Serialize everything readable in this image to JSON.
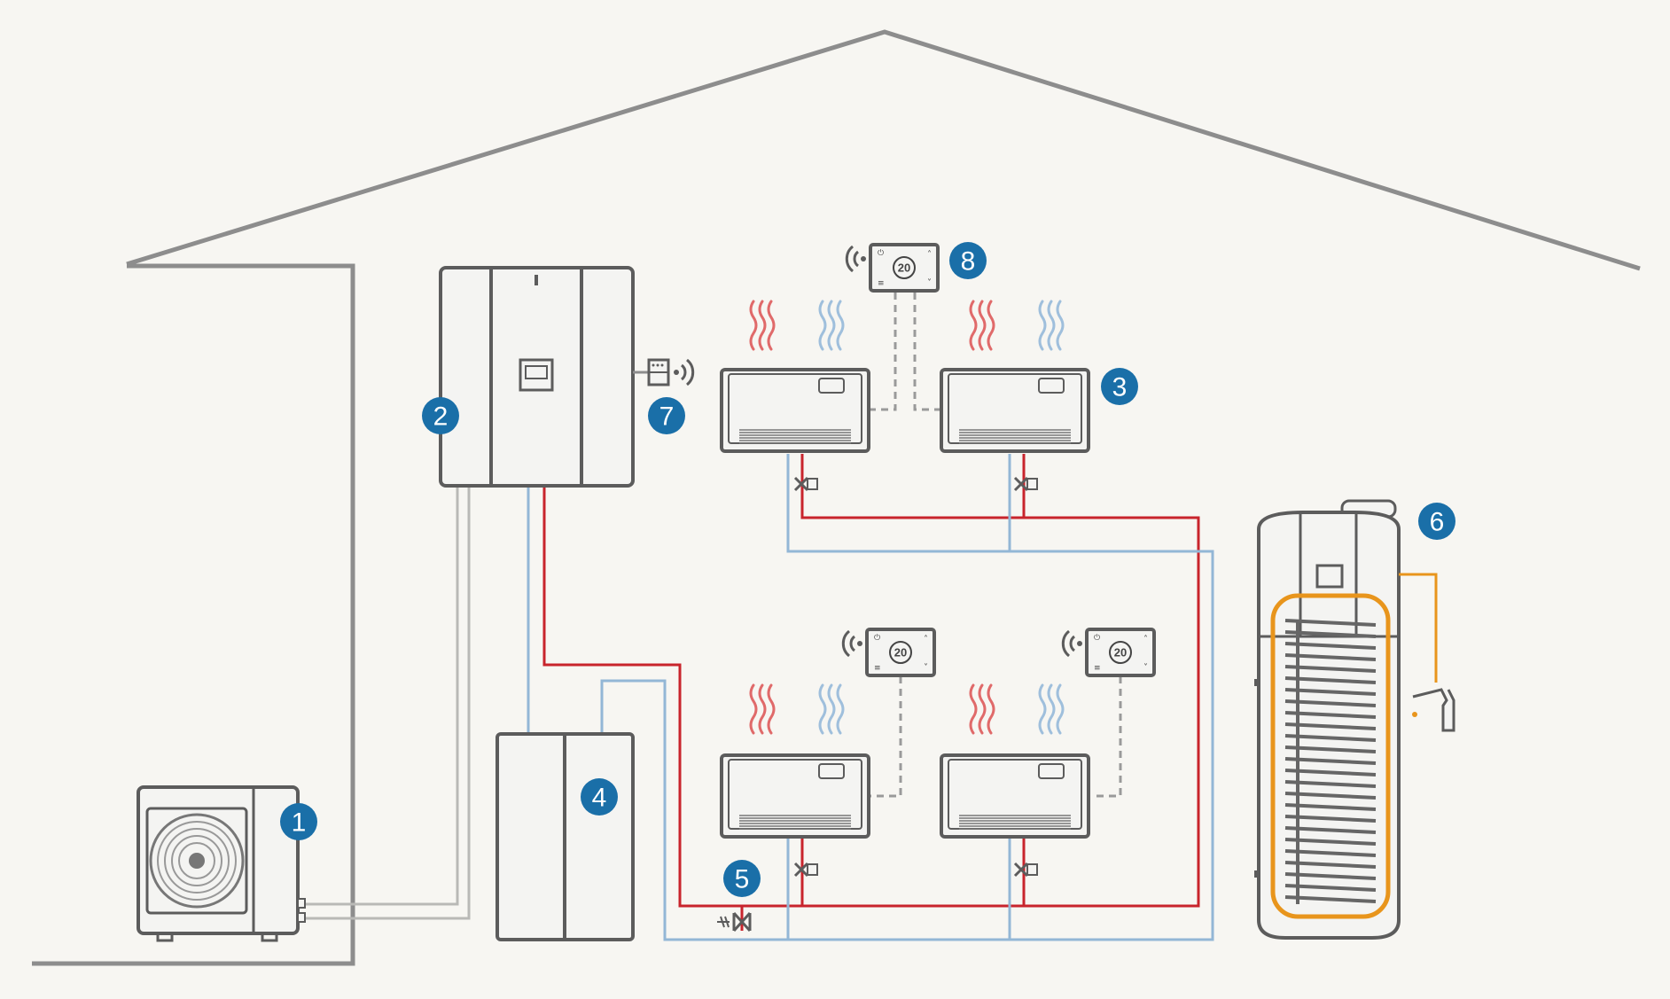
{
  "badges": {
    "outdoor_unit": "1",
    "indoor_unit": "2",
    "fan_coil": "3",
    "buffer_tank": "4",
    "valve": "5",
    "water_heater": "6",
    "room_sensor": "7",
    "thermostat": "8"
  },
  "thermostats": {
    "top_display": "20",
    "bottom_left_display": "20",
    "bottom_right_display": "20"
  },
  "colors": {
    "badge": "#1a6fa8",
    "supply_pipe": "#c8242c",
    "return_pipe": "#93b7d6",
    "refrigerant_line": "#b9b9b6",
    "dhw_coil": "#e8951c",
    "outline": "#5c5c5c",
    "background": "#f7f6f2"
  },
  "icons": {
    "heat": "heat-waves-icon",
    "cool": "cool-waves-icon",
    "wireless": "wireless-signal-icon",
    "valve": "valve-icon",
    "fan": "fan-icon",
    "tap": "tap-icon"
  }
}
